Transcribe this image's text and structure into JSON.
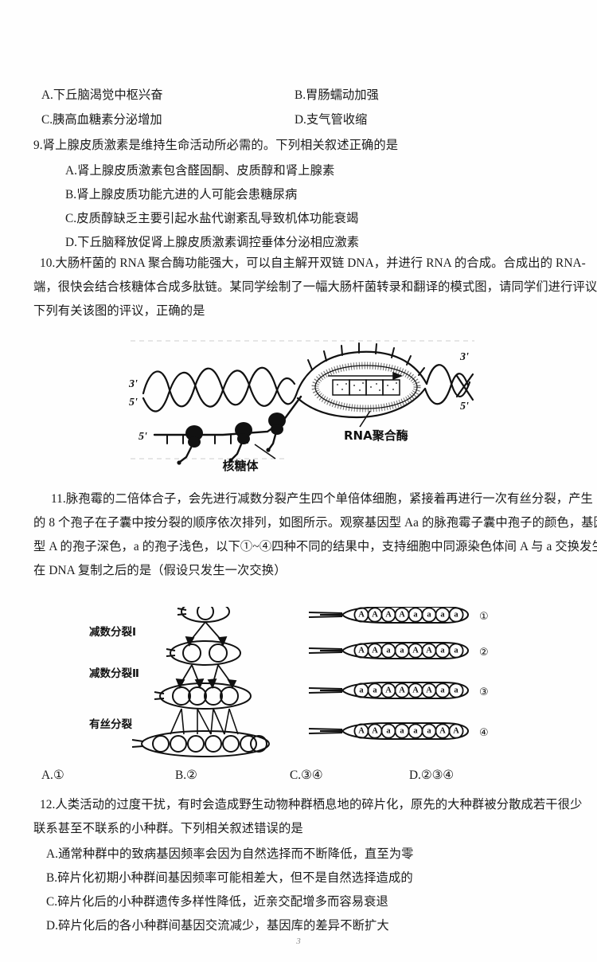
{
  "document": {
    "page_number": "3",
    "subject": "biology-exam"
  },
  "q8_options": {
    "a": "A.下丘脑渴觉中枢兴奋",
    "b": "B.胃肠蠕动加强",
    "c": "C.胰高血糖素分泌增加",
    "d": "D.支气管收缩"
  },
  "q9": {
    "stem": "9.肾上腺皮质激素是维持生命活动所必需的。下列相关叙述正确的是",
    "options": [
      "A.肾上腺皮质激素包含醛固酮、皮质醇和肾上腺素",
      "B.肾上腺皮质功能亢进的人可能会患糖尿病",
      "C.皮质醇缺乏主要引起水盐代谢紊乱导致机体功能衰竭",
      "D.下丘脑释放促肾上腺皮质激素调控垂体分泌相应激素"
    ]
  },
  "q10": {
    "line1": "10.大肠杆菌的 RNA 聚合酶功能强大，可以自主解开双链 DNA，并进行 RNA 的合成。合成出的 RNA-",
    "line2": "端，很快会结合核糖体合成多肽链。某同学绘制了一幅大肠杆菌转录和翻译的模式图，请同学们进行评议。",
    "line3": "下列有关该图的评议，正确的是",
    "figure": {
      "name": "transcription-translation-diagram",
      "labels": {
        "dna_left_top": "3'",
        "dna_left_bottom": "5'",
        "dna_right_top": "3'",
        "dna_right_bottom": "5'",
        "mrna_left": "5'",
        "polymerase": "RNA聚合酶",
        "ribosome": "核糖体"
      }
    }
  },
  "q11": {
    "line1": "11.脉孢霉的二倍体合子，会先进行减数分裂产生四个单倍体细胞，紧接着再进行一次有丝分裂，产生",
    "line2": "的 8 个孢子在子囊中按分裂的顺序依次排列，如图所示。观察基因型 Aa 的脉孢霉子囊中孢子的颜色，基因",
    "line3": "型 A 的孢子深色，a 的孢子浅色，以下①~④四种不同的结果中，支持细胞中同源染色体间 A 与 a 交换发生",
    "line4": "在 DNA 复制之后的是（假设只发生一次交换）",
    "figure": {
      "name": "meiosis-ascus-diagram",
      "stage_labels": [
        "减数分裂Ⅰ",
        "减数分裂Ⅱ",
        "有丝分裂"
      ],
      "asci": [
        {
          "number": "①",
          "spores": [
            "A",
            "A",
            "A",
            "A",
            "a",
            "a",
            "a",
            "a"
          ]
        },
        {
          "number": "②",
          "spores": [
            "A",
            "A",
            "a",
            "a",
            "A",
            "A",
            "a",
            "a"
          ]
        },
        {
          "number": "③",
          "spores": [
            "a",
            "a",
            "A",
            "A",
            "A",
            "A",
            "a",
            "a"
          ]
        },
        {
          "number": "④",
          "spores": [
            "A",
            "A",
            "a",
            "a",
            "a",
            "a",
            "A",
            "A"
          ]
        }
      ]
    },
    "answers": {
      "a": "A.①",
      "b": "B.②",
      "c": "C.③④",
      "d": "D.②③④"
    }
  },
  "q12": {
    "line1": "12.人类活动的过度干扰，有时会造成野生动物种群栖息地的碎片化，原先的大种群被分散成若干很少",
    "line2": "联系甚至不联系的小种群。下列相关叙述错误的是",
    "options": [
      "A.通常种群中的致病基因频率会因为自然选择而不断降低，直至为零",
      "B.碎片化初期小种群间基因频率可能相差大，但不是自然选择造成的",
      "C.碎片化后的小种群遗传多样性降低，近亲交配增多而容易衰退",
      "D.碎片化后的各小种群间基因交流减少，基因库的差异不断扩大"
    ]
  }
}
